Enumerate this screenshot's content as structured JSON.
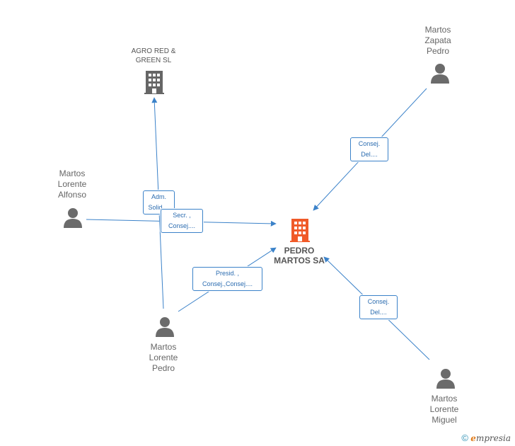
{
  "nodes": {
    "agro": {
      "label": "AGRO RED &\nGREEN SL",
      "icon": "building-icon",
      "color": "#666666"
    },
    "pedro_sa": {
      "label": "PEDRO\nMARTOS SA",
      "icon": "building-icon",
      "color": "#f05a28"
    },
    "zapata": {
      "label": "Martos\nZapata\nPedro",
      "icon": "person-icon",
      "color": "#6b6b6b"
    },
    "alfonso": {
      "label": "Martos\nLorente\nAlfonso",
      "icon": "person-icon",
      "color": "#6b6b6b"
    },
    "pedro": {
      "label": "Martos\nLorente\nPedro",
      "icon": "person-icon",
      "color": "#6b6b6b"
    },
    "miguel": {
      "label": "Martos\nLorente\nMiguel",
      "icon": "person-icon",
      "color": "#6b6b6b"
    }
  },
  "edges": {
    "zapata_sa": "Consej.\nDel....",
    "pedro_agro": "Adm.\nSolid....",
    "alfonso_sa": "Secr. ,\nConsej....",
    "pedro_sa": "Presid. ,\nConsej.,Consej....",
    "miguel_sa": "Consej.\nDel...."
  },
  "colors": {
    "edge": "#3b82c9"
  },
  "footer": {
    "copyright": "©",
    "brand_e": "ℯ",
    "brand": "mpresia"
  }
}
